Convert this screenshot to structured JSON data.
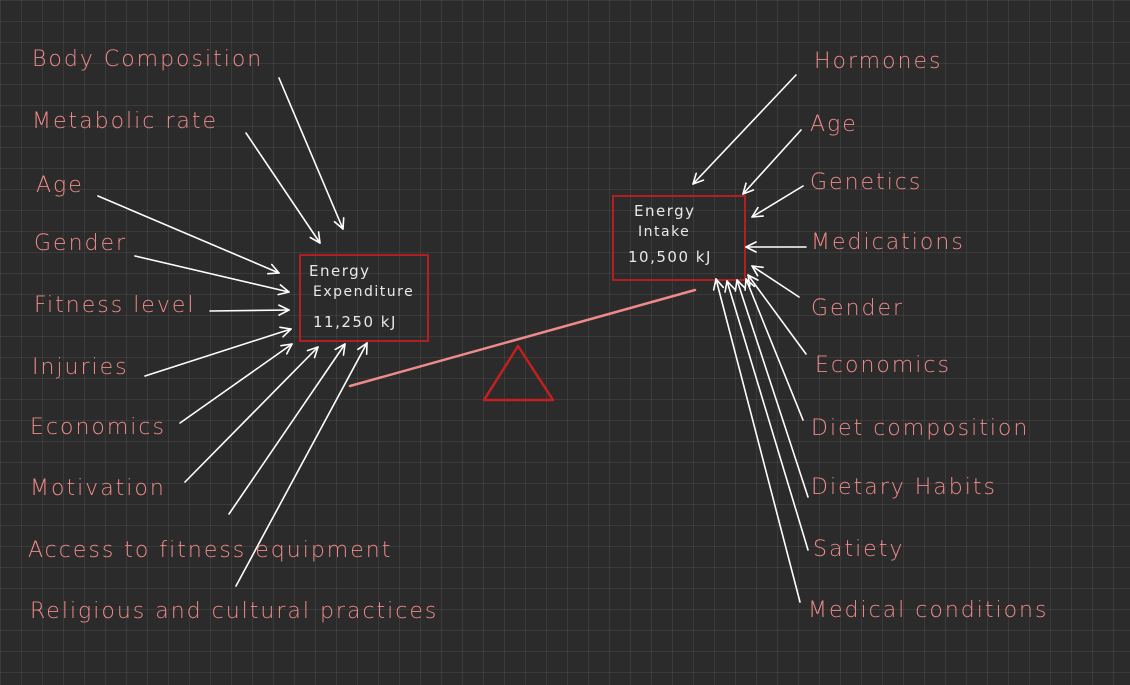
{
  "expenditure": {
    "line1": "Energy",
    "line2": "Expenditure",
    "value": "11,250 kJ",
    "factors": [
      "Body Composition",
      "Metabolic rate",
      "Age",
      "Gender",
      "Fitness level",
      "Injuries",
      "Economics",
      "Motivation",
      "Access to fitness equipment",
      "Religious and cultural practices"
    ]
  },
  "intake": {
    "line1": "Energy",
    "line2": "Intake",
    "value": "10,500 kJ",
    "factors": [
      "Hormones",
      "Age",
      "Genetics",
      "Medications",
      "Gender",
      "Economics",
      "Diet composition",
      "Dietary Habits",
      "Satiety",
      "Medical conditions"
    ]
  },
  "colors": {
    "label": "#f08a8a",
    "box_border": "#b02020",
    "seesaw": "#f08a8a",
    "fulcrum": "#c42020",
    "arrow": "#ffffff",
    "background": "#2b2b2b"
  }
}
